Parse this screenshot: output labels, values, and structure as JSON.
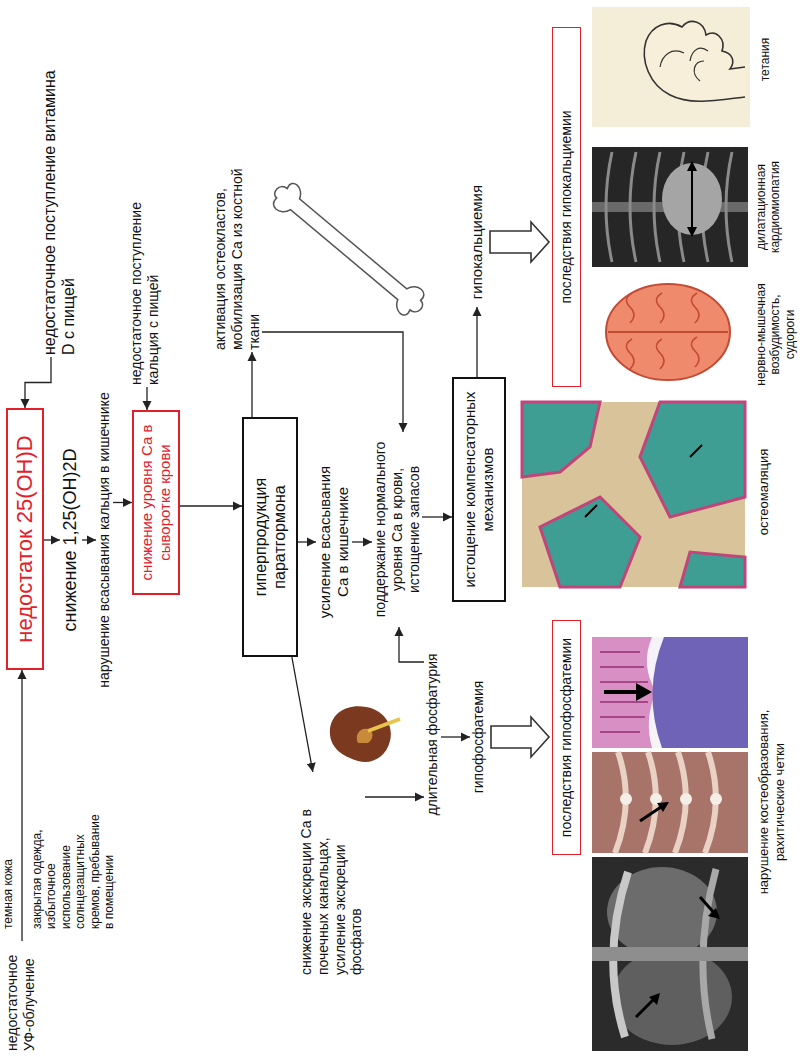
{
  "diagram": {
    "nodes": [
      {
        "text": [
          "недостаточное УФ-облучение"
        ]
      },
      {
        "text": [
          "недостаток 25(OH)D"
        ]
      },
      {
        "text": [
          "недостаточное поступление витамина D с пищей"
        ]
      },
      {
        "text": [
          "снижение 1,25(OH)2D"
        ]
      },
      {
        "text": [
          "нарушение всасывания кальция в кишечнике"
        ]
      },
      {
        "text": [
          "недостаточное поступление кальция с пищей"
        ]
      },
      {
        "text": [
          "снижение уровня Са в сыворотке крови"
        ]
      },
      {
        "text": [
          "гиперпродукция паратгормона"
        ]
      },
      {
        "text": [
          "снижение экскреции Са в почечных канальцах, усиление экскреции фосфатов"
        ]
      },
      {
        "text": [
          "усиление всасывания Са в кишечнике"
        ]
      },
      {
        "text": [
          "активация остеокластов, мобилизация Са из костной ткани"
        ]
      },
      {
        "text": [
          "поддержание нормального уровня Са в крови, истощение запасов"
        ]
      },
      {
        "text": [
          "длительная фосфатурия"
        ]
      },
      {
        "text": [
          "истощение компенсаторных механизмов"
        ]
      },
      {
        "text": [
          "гипофосфатемия"
        ]
      },
      {
        "text": [
          "гипокальциемия"
        ]
      },
      {
        "text": [
          "последствия гипофосфатемии"
        ]
      },
      {
        "text": [
          "последствия гипокальциемии"
        ]
      }
    ],
    "edges": [
      {
        "from": 0,
        "to": 1,
        "arrow": "to"
      },
      {
        "from": 2,
        "to": 1,
        "arrow": "to"
      },
      {
        "from": 1,
        "to": 3,
        "arrow": "to"
      },
      {
        "from": 3,
        "to": 4,
        "arrow": "to"
      },
      {
        "from": 4,
        "to": 6,
        "arrow": "to"
      },
      {
        "from": 5,
        "to": 6,
        "arrow": "to"
      },
      {
        "from": 6,
        "to": 7,
        "arrow": "to"
      },
      {
        "from": 7,
        "to": 8,
        "arrow": "to"
      },
      {
        "from": 7,
        "to": 9,
        "arrow": "to"
      },
      {
        "from": 7,
        "to": 10,
        "arrow": "to"
      },
      {
        "from": 9,
        "to": 11,
        "arrow": "to"
      },
      {
        "from": 10,
        "to": 11,
        "arrow": "to"
      },
      {
        "from": 8,
        "to": 12,
        "arrow": "to"
      },
      {
        "from": 12,
        "to": 11,
        "arrow": "to"
      },
      {
        "from": 12,
        "to": 14,
        "arrow": "to"
      },
      {
        "from": 11,
        "to": 13,
        "arrow": "to"
      },
      {
        "from": 13,
        "to": 15,
        "arrow": "to"
      },
      {
        "from": 14,
        "to": 16,
        "arrow": "to"
      },
      {
        "from": 15,
        "to": 17,
        "arrow": "to"
      }
    ],
    "labels": [
      "темная кожа",
      "закрытая одежда, избыточное использование солнцезащитных кремов, пребывание в помещении",
      "нарушение костеобразования, рахитические четки",
      "остеомаляция",
      "нервно-мышечная возбудимость, судороги",
      "дилатационная кардиомиопатия",
      "тетания"
    ]
  }
}
